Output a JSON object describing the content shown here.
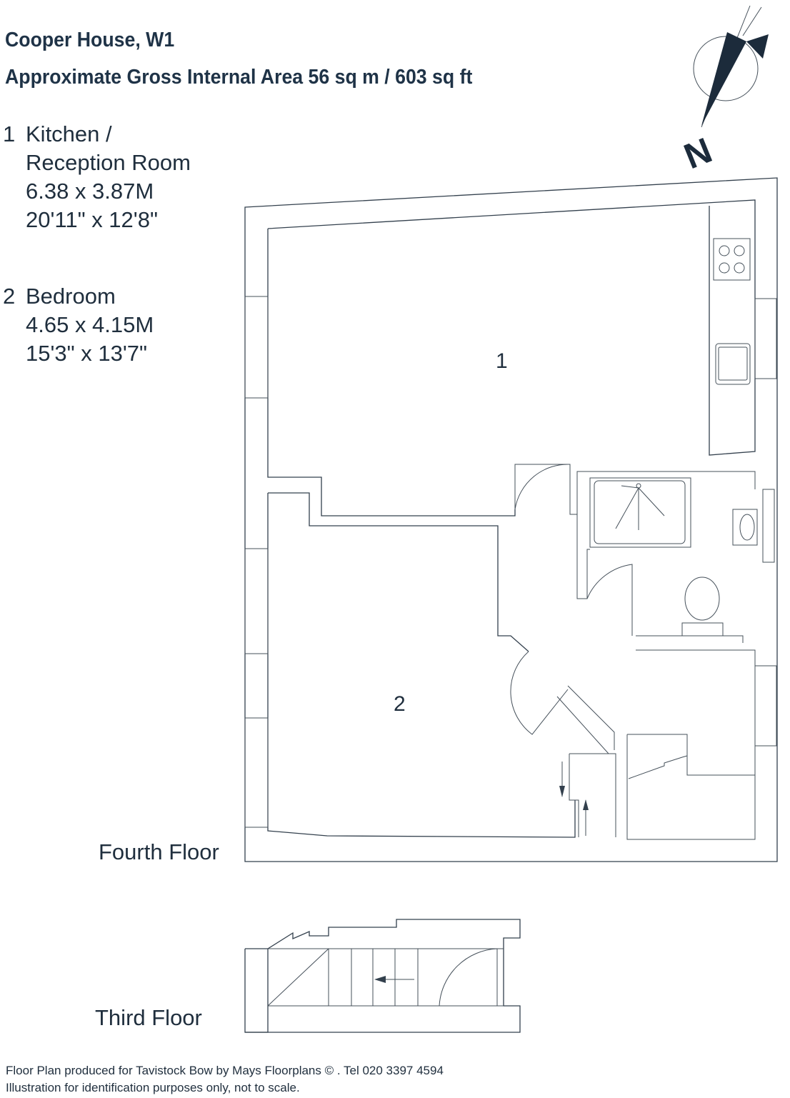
{
  "header": {
    "title": "Cooper House, W1",
    "area": "Approximate Gross Internal Area 56 sq m  /  603 sq ft"
  },
  "rooms": [
    {
      "number": "1",
      "name_line1": "Kitchen /",
      "name_line2": "Reception Room",
      "metric": "6.38 x 3.87M",
      "imperial": "20'11\" x 12'8\""
    },
    {
      "number": "2",
      "name": "Bedroom",
      "metric": "4.65 x 4.15M",
      "imperial": "15'3\" x 13'7\""
    }
  ],
  "plan_labels": {
    "room1": "1",
    "room2": "2"
  },
  "floors": {
    "fourth": "Fourth Floor",
    "third": "Third Floor"
  },
  "compass": {
    "letter": "N",
    "icon": "north-arrow-icon"
  },
  "footer": {
    "line1": "Floor Plan produced for Tavistock Bow  by Mays Floorplans  © . Tel 020 3397 4594",
    "line2": "Illustration for identification purposes only, not to scale."
  },
  "colors": {
    "ink": "#1f2e3d",
    "compass": "#1c2b3b",
    "line": "#33404d"
  }
}
